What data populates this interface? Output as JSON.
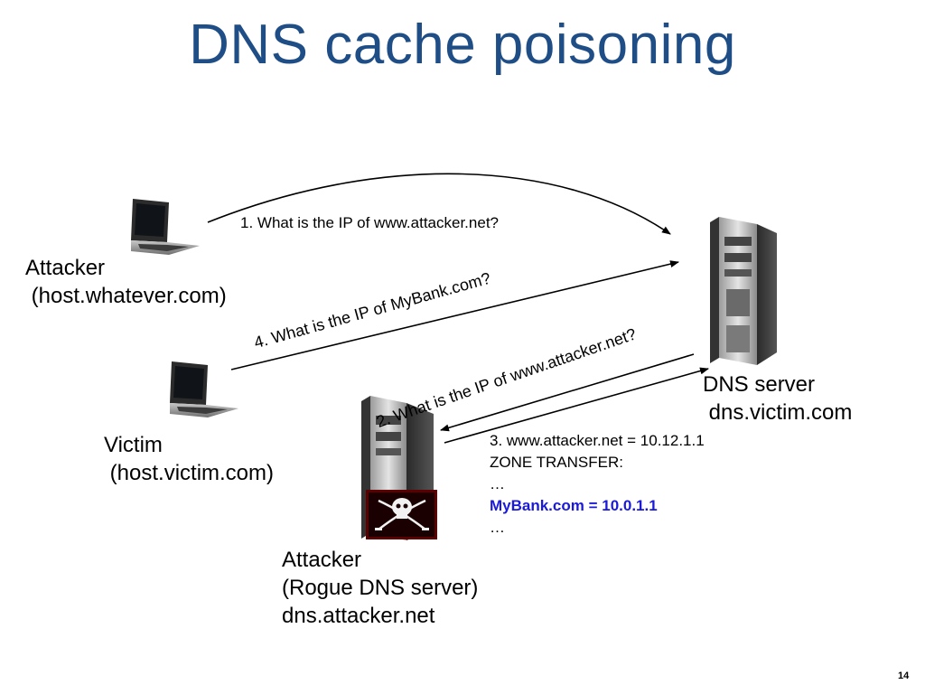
{
  "slide": {
    "title": "DNS cache poisoning",
    "page_number": "14"
  },
  "nodes": {
    "attacker_host": {
      "name": "Attacker",
      "host": " (host.whatever.com)"
    },
    "victim_host": {
      "name": "Victim",
      "host": " (host.victim.com)"
    },
    "dns_server": {
      "name": "DNS server",
      "host": " dns.victim.com"
    },
    "rogue_dns": {
      "name": "Attacker",
      "role": "(Rogue DNS server)",
      "host": "dns.attacker.net"
    }
  },
  "messages": {
    "step1": "1. What is the IP of www.attacker.net?",
    "step2": "2. What is the IP of www.attacker.net?",
    "step4": "4. What is the IP of MyBank.com?"
  },
  "reply": {
    "line1": "3. www.attacker.net = 10.12.1.1",
    "line2": "ZONE TRANSFER:",
    "line3": "…",
    "line4": "MyBank.com = 10.0.1.1",
    "line5": "…"
  },
  "colors": {
    "title": "#1f4e87",
    "highlight": "#1a1ad8"
  }
}
